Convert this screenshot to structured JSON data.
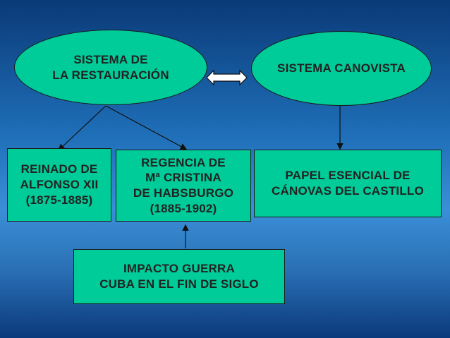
{
  "nodes": {
    "sistema_restauracion": "SISTEMA DE\nLA RESTAURACIÓN",
    "sistema_canovista": "SISTEMA CANOVISTA",
    "reinado_alfonso": "REINADO DE\nALFONSO XII\n(1875-1885)",
    "regencia_cristina": "REGENCIA DE\nMª CRISTINA\nDE HABSBURGO\n(1885-1902)",
    "papel_canovas": "PAPEL ESENCIAL DE\nCÁNOVAS DEL CASTILLO",
    "impacto_guerra": "IMPACTO GUERRA\nCUBA EN EL FIN DE SIGLO"
  },
  "colors": {
    "node_fill": "#00cc99",
    "arrow": "#111111"
  }
}
